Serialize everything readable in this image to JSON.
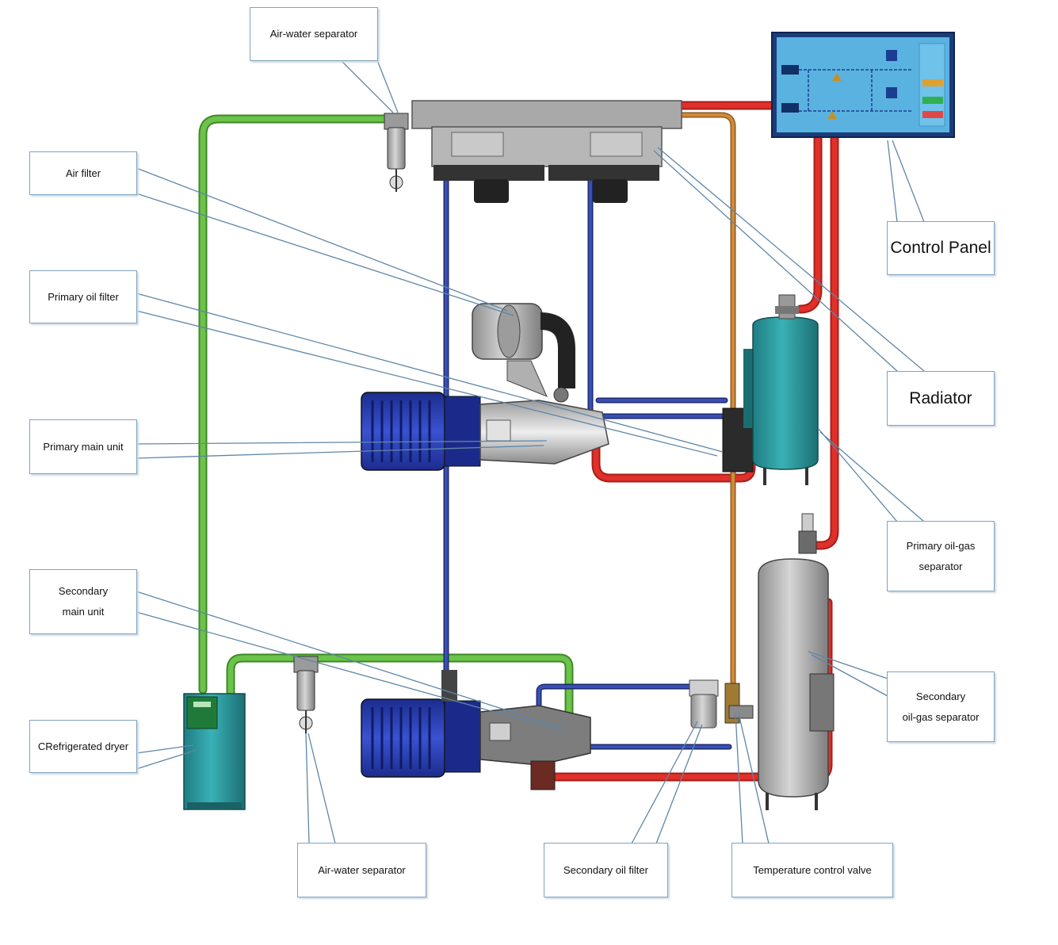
{
  "labels": {
    "air_water_separator_top": "Air-water separator",
    "air_filter": "Air filter",
    "primary_oil_filter": "Primary oil filter",
    "primary_main_unit": "Primary main unit",
    "secondary_main_unit_line1": "Secondary",
    "secondary_main_unit_line2": "main unit",
    "refrigerated_dryer": "CRefrigerated dryer",
    "air_water_separator_bottom": "Air-water separator",
    "secondary_oil_filter": "Secondary oil filter",
    "temperature_control_valve": "Temperature control valve",
    "control_panel": "Control Panel",
    "radiator": "Radiator",
    "primary_oil_gas_separator_line1": "Primary oil-gas",
    "primary_oil_gas_separator_line2": "separator",
    "secondary_oil_gas_separator_line1": "Secondary",
    "secondary_oil_gas_separator_line2": "oil-gas separator"
  },
  "colors": {
    "green_pipe": "#6cc24a",
    "red_pipe": "#e0302a",
    "blue_pipe": "#283f9a",
    "orange_pipe": "#d08a3c",
    "teal_equipment": "#2a9aa0",
    "motor_blue": "#2a3db5",
    "callout_line": "#5f86a8",
    "label_border": "#7fa4c0"
  }
}
